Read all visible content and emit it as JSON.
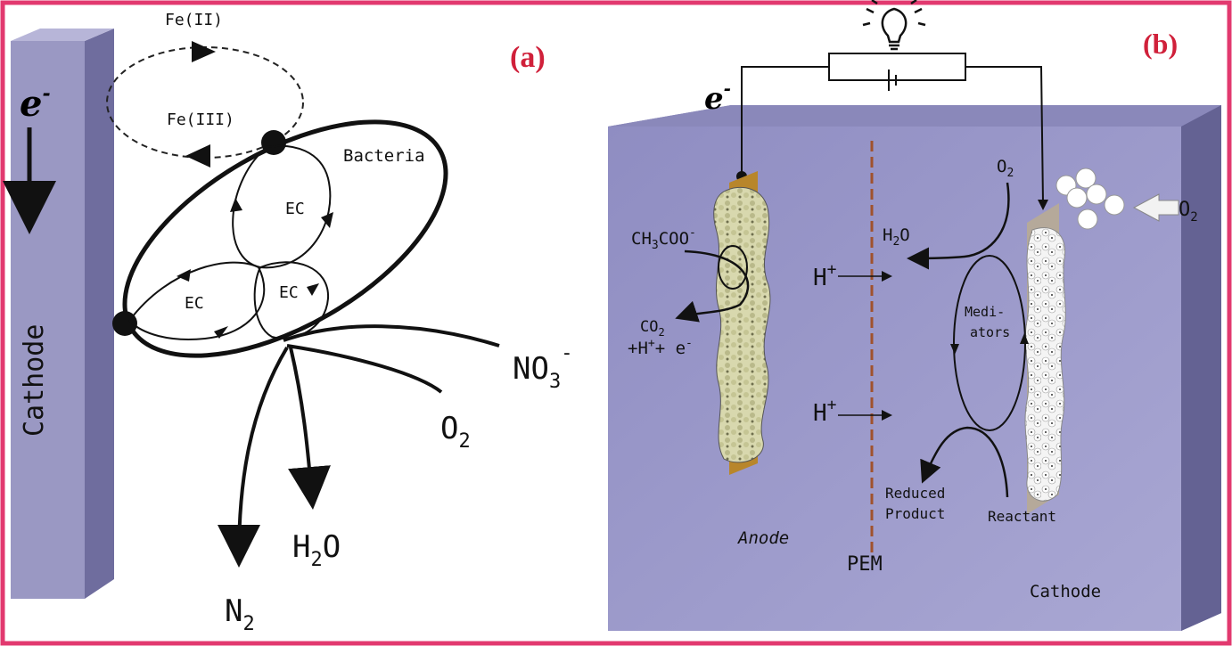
{
  "colors": {
    "border": "#e2396f",
    "cathode_panel": "#9a98c3",
    "cell_box": "#9d9bcc",
    "panel_label": "#d0203a",
    "pem_line": "#a0522d",
    "anode_strip": "#b8862b",
    "biofilm": "#cfcfa0"
  },
  "panel_a": {
    "label": "(a)",
    "electron": "e",
    "electron_sup": "-",
    "cathode": "Cathode",
    "fe2": "Fe(II)",
    "fe3": "Fe(III)",
    "bacteria": "Bacteria",
    "ec1": "EC",
    "ec2": "EC",
    "ec3": "EC",
    "no3_main": "NO",
    "no3_sub": "3",
    "no3_sup": "-",
    "o2_main": "O",
    "o2_sub": "2",
    "h2o_h": "H",
    "h2o_sub": "2",
    "h2o_o": "O",
    "n2_main": "N",
    "n2_sub": "2"
  },
  "panel_b": {
    "label": "(b)",
    "electron": "e",
    "electron_sup": "-",
    "acetate": "CH",
    "acetate_sub": "3",
    "acetate_tail": "COO",
    "acetate_sup": "-",
    "co2_main": "CO",
    "co2_sub": "2",
    "products_line": "+H",
    "products_sup": "+",
    "products_tail": "+ e",
    "products_tail_sup": "-",
    "hplus1": "H",
    "hplus1_sup": "+",
    "hplus2": "H",
    "hplus2_sup": "+",
    "o2_in_main": "O",
    "o2_in_sub": "2",
    "o2_arrow_main": "O",
    "o2_arrow_sub": "2",
    "h2o_main": "H",
    "h2o_sub": "2",
    "h2o_tail": "O",
    "mediators_1": "Medi-",
    "mediators_2": "ators",
    "reduced_1": "Reduced",
    "reduced_2": "Product",
    "reactant": "Reactant",
    "anode": "Anode",
    "pem": "PEM",
    "cathode": "Cathode"
  }
}
